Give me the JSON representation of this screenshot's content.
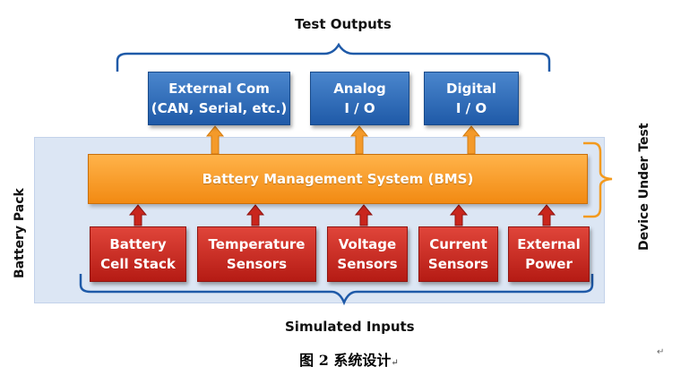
{
  "labels": {
    "test_outputs": "Test Outputs",
    "simulated_inputs": "Simulated Inputs",
    "battery_pack": "Battery Pack",
    "device_under_test": "Device Under Test"
  },
  "outputs": [
    {
      "line1": "External Com",
      "line2": "(CAN, Serial, etc.)"
    },
    {
      "line1": "Analog",
      "line2": "I / O"
    },
    {
      "line1": "Digital",
      "line2": "I / O"
    }
  ],
  "bms": {
    "label": "Battery Management System (BMS)"
  },
  "inputs": [
    {
      "line1": "Battery",
      "line2": "Cell Stack"
    },
    {
      "line1": "Temperature",
      "line2": "Sensors"
    },
    {
      "line1": "Voltage",
      "line2": "Sensors"
    },
    {
      "line1": "Current",
      "line2": "Sensors"
    },
    {
      "line1": "External",
      "line2": "Power"
    }
  ],
  "caption": {
    "text": "图 2  系统设计",
    "mark": "↵"
  },
  "page_mark": "↵",
  "colors": {
    "output_box": "#2a66b5",
    "input_box": "#c9261d",
    "bms_box": "#f7981e",
    "bracket_blue": "#1f5aa8",
    "bracket_orange": "#f39a1e",
    "arrow_orange": "#f49a2a",
    "arrow_red": "#c9261d",
    "pack_bg": "#dce6f4"
  }
}
